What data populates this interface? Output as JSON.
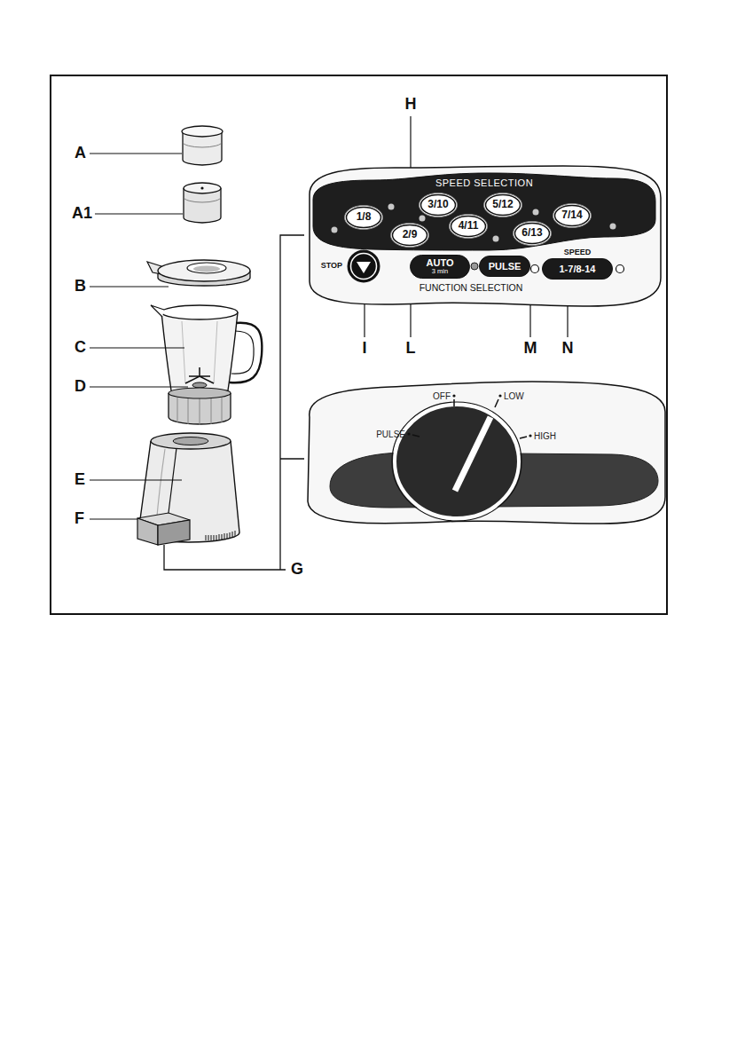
{
  "diagram": {
    "nodes": [
      {
        "text": [
          "FUNCTION SELECTION"
        ]
      },
      {
        "text": [
          "SPEED SELECTION"
        ],
        "in": 0
      },
      {
        "text": [
          "1/8"
        ],
        "in": 1
      },
      {
        "text": [
          "2/9"
        ],
        "in": 1
      },
      {
        "text": [
          "3/10"
        ],
        "in": 1
      },
      {
        "text": [
          "4/11"
        ],
        "in": 1
      },
      {
        "text": [
          "5/12"
        ],
        "in": 1
      },
      {
        "text": [
          "6/13"
        ],
        "in": 1
      },
      {
        "text": [
          "7/14"
        ],
        "in": 1
      },
      {
        "text": [
          "STOP"
        ],
        "in": 0
      },
      {
        "text": [
          "AUTO",
          "3 min"
        ],
        "in": 0
      },
      {
        "text": [
          "PULSE"
        ],
        "in": 0
      },
      {
        "text": [
          "SPEED",
          "1-7/8-14"
        ],
        "in": 0
      }
    ],
    "labels": [
      "A",
      "A1",
      "B",
      "C",
      "D",
      "E",
      "F",
      "G",
      "H",
      "I",
      "L",
      "M",
      "N",
      "PULSE",
      "OFF",
      "LOW",
      "HIGH"
    ]
  }
}
